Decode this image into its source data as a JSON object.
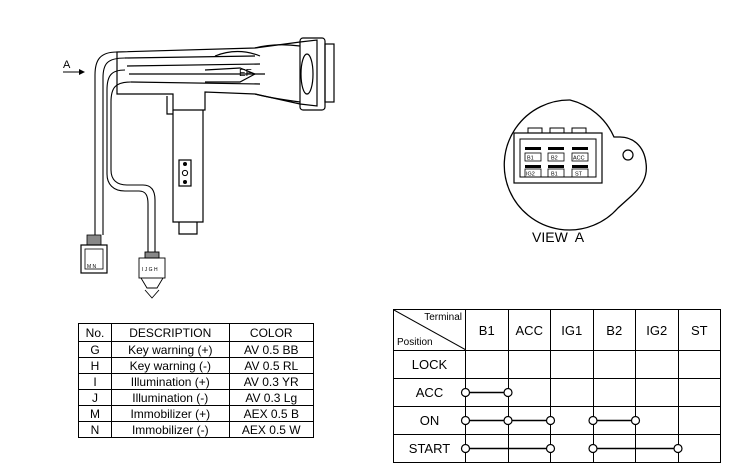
{
  "switch_drawing": {
    "arrow_label": "A",
    "part_label": "EF",
    "left_connector_text": "M N",
    "right_connector_text": "I J G H"
  },
  "view_a": {
    "caption": "VIEW  A",
    "terminals_row1": [
      "B1",
      "B2",
      "ACC"
    ],
    "terminals_row2": [
      "IG2",
      "B1",
      "ST"
    ]
  },
  "wire_table": {
    "headers": [
      "No.",
      "DESCRIPTION",
      "COLOR"
    ],
    "rows": [
      {
        "no": "G",
        "description": "Key warning (+)",
        "color": "AV 0.5 BB"
      },
      {
        "no": "H",
        "description": "Key warning (-)",
        "color": "AV 0.5 RL"
      },
      {
        "no": "I",
        "description": "Illumination (+)",
        "color": "AV 0.3 YR"
      },
      {
        "no": "J",
        "description": "Illumination (-)",
        "color": "AV 0.3 Lg"
      },
      {
        "no": "M",
        "description": "Immobilizer (+)",
        "color": "AEX 0.5 B"
      },
      {
        "no": "N",
        "description": "Immobilizer (-)",
        "color": "AEX 0.5 W"
      }
    ]
  },
  "terminal_table": {
    "corner_top": "Terminal",
    "corner_bottom": "Position",
    "terminals": [
      "B1",
      "ACC",
      "IG1",
      "B2",
      "IG2",
      "ST"
    ],
    "positions": [
      "LOCK",
      "ACC",
      "ON",
      "START"
    ],
    "connections": {
      "LOCK": [],
      "ACC": [
        [
          "B1",
          "ACC"
        ]
      ],
      "ON": [
        [
          "B1",
          "ACC",
          "IG1"
        ],
        [
          "B2",
          "IG2"
        ]
      ],
      "START": [
        [
          "B1",
          "IG1"
        ],
        [
          "B2",
          "ST"
        ]
      ]
    }
  }
}
